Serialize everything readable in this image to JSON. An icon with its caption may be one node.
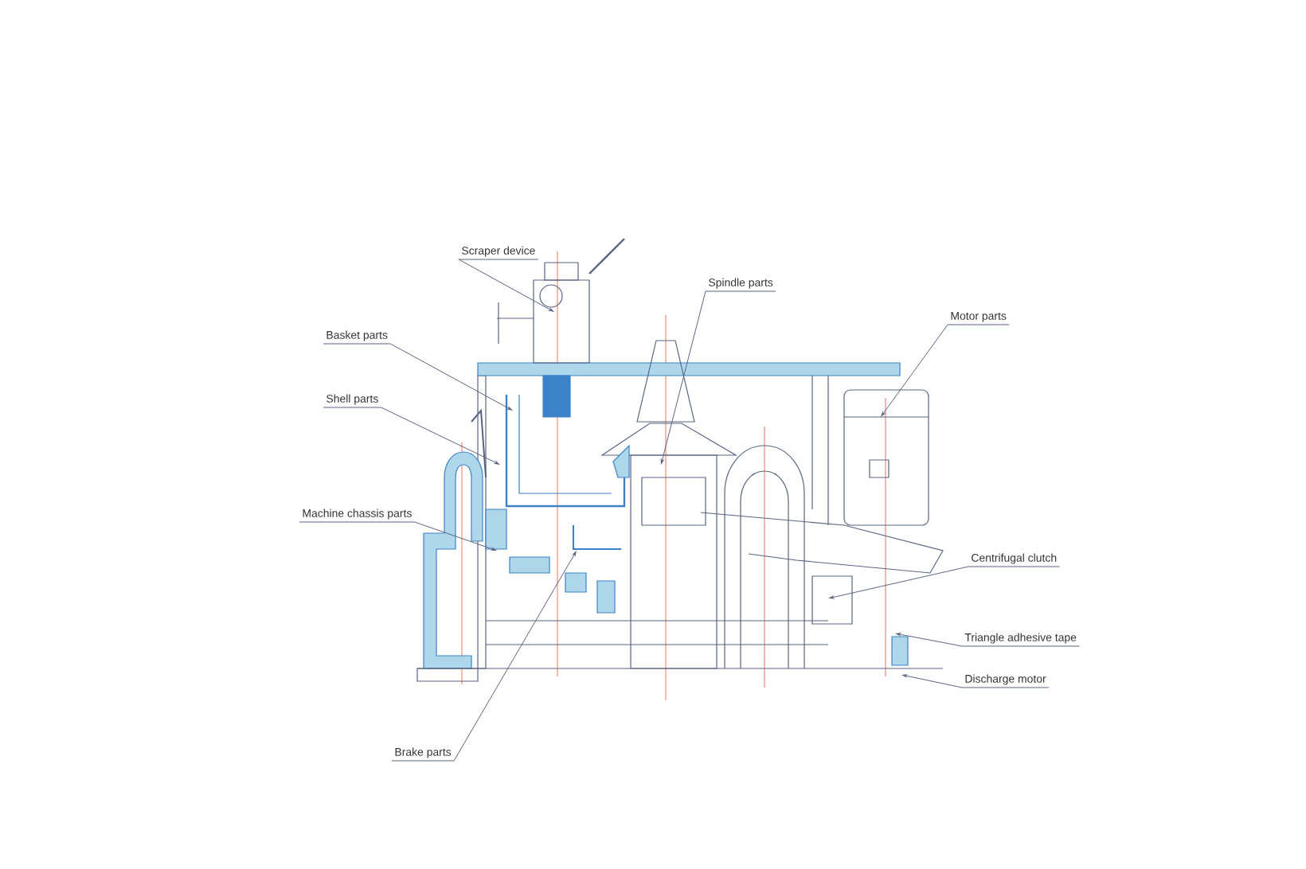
{
  "diagram": {
    "nodes": [
      {
        "text": [
          "Scraper device"
        ]
      },
      {
        "text": [
          "Spindle parts"
        ]
      },
      {
        "text": [
          "Basket parts"
        ]
      },
      {
        "text": [
          "Motor parts"
        ]
      },
      {
        "text": [
          "Shell parts"
        ]
      },
      {
        "text": [
          "Machine chassis parts"
        ]
      },
      {
        "text": [
          "Centrifugal clutch"
        ]
      },
      {
        "text": [
          "Triangle adhesive tape"
        ]
      },
      {
        "text": [
          "Discharge motor"
        ]
      },
      {
        "text": [
          "Brake parts"
        ]
      }
    ],
    "edges": [
      {
        "from": 0,
        "to": null,
        "arrow": "to"
      },
      {
        "from": 1,
        "to": null,
        "arrow": "to"
      },
      {
        "from": 2,
        "to": null,
        "arrow": "to"
      },
      {
        "from": 3,
        "to": null,
        "arrow": "to"
      },
      {
        "from": 4,
        "to": null,
        "arrow": "to"
      },
      {
        "from": 5,
        "to": null,
        "arrow": "to"
      },
      {
        "from": 6,
        "to": null,
        "arrow": "to"
      },
      {
        "from": 7,
        "to": null,
        "arrow": "to"
      },
      {
        "from": 8,
        "to": null,
        "arrow": "to"
      },
      {
        "from": 9,
        "to": null,
        "arrow": "to"
      }
    ]
  }
}
